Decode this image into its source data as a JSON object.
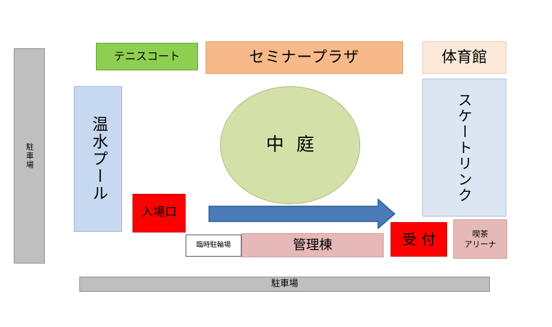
{
  "facilities": {
    "parking_left": "駐車場",
    "tennis_court": "テニスコート",
    "seminar_plaza": "セミナープラザ",
    "gymnasium": "体育館",
    "heated_pool": "温水プール",
    "courtyard": "中庭",
    "skating_rink": "スケートリンク",
    "entrance": "入場口",
    "reception": "受付",
    "cafe_line1": "喫茶",
    "cafe_line2": "アリーナ",
    "temporary_bike_parking": "臨時駐輪場",
    "admin_building": "管理棟",
    "parking_bottom": "駐車場"
  },
  "colors": {
    "parking": "#bfbfbf",
    "tennis": "#8dcf4f",
    "seminar": "#f7b98a",
    "gym": "#fde9d9",
    "pool": "#c6d9f1",
    "courtyard": "#d3e1a8",
    "skating": "#dce6f2",
    "red_marker": "#ff0000",
    "pink": "#e6b8b7",
    "arrow": "#4a7ab8"
  }
}
